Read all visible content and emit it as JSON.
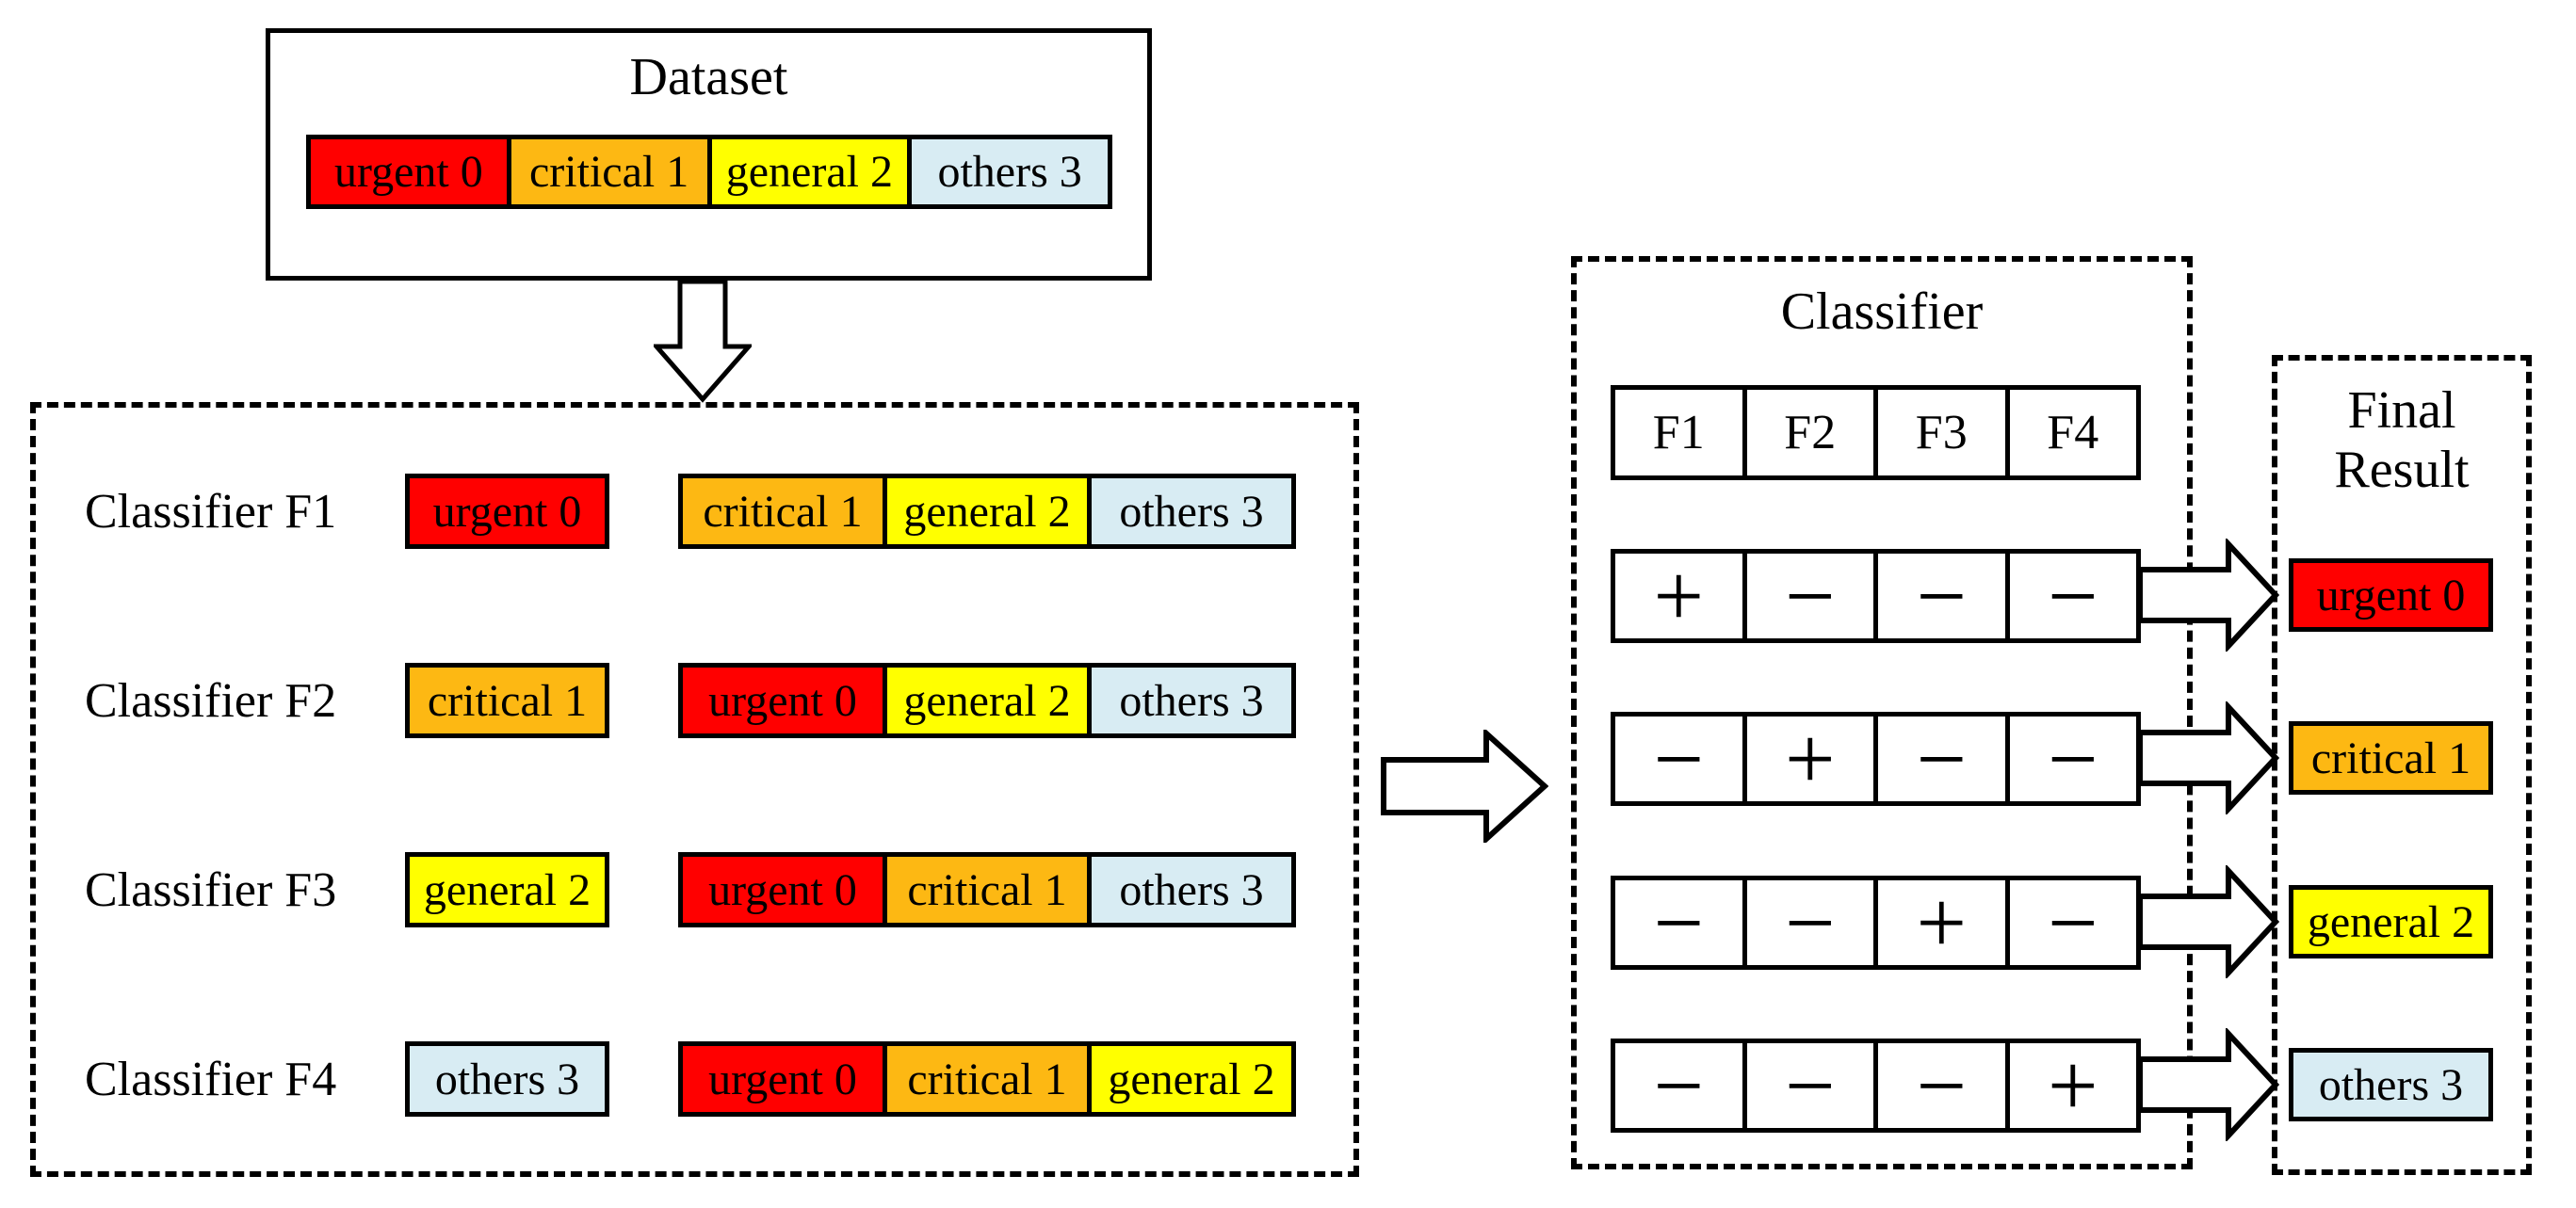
{
  "colors": {
    "urgent": "#FF0000",
    "critical": "#FDB813",
    "general": "#FFFF00",
    "others": "#D8ECF3",
    "line": "#000000",
    "background": "#FFFFFF"
  },
  "dataset_box": {
    "title": "Dataset",
    "segments": [
      {
        "label": "urgent 0",
        "color": "#FF0000"
      },
      {
        "label": "critical 1",
        "color": "#FDB813"
      },
      {
        "label": "general 2",
        "color": "#FFFF00"
      },
      {
        "label": "others 3",
        "color": "#D8ECF3"
      }
    ]
  },
  "classifiers": [
    {
      "label": "Classifier F1",
      "target": {
        "label": "urgent 0",
        "color": "#FF0000"
      },
      "rest": [
        {
          "label": "critical 1",
          "color": "#FDB813"
        },
        {
          "label": "general 2",
          "color": "#FFFF00"
        },
        {
          "label": "others 3",
          "color": "#D8ECF3"
        }
      ]
    },
    {
      "label": "Classifier F2",
      "target": {
        "label": "critical 1",
        "color": "#FDB813"
      },
      "rest": [
        {
          "label": "urgent 0",
          "color": "#FF0000"
        },
        {
          "label": "general 2",
          "color": "#FFFF00"
        },
        {
          "label": "others 3",
          "color": "#D8ECF3"
        }
      ]
    },
    {
      "label": "Classifier F3",
      "target": {
        "label": "general 2",
        "color": "#FFFF00"
      },
      "rest": [
        {
          "label": "urgent 0",
          "color": "#FF0000"
        },
        {
          "label": "critical 1",
          "color": "#FDB813"
        },
        {
          "label": "others 3",
          "color": "#D8ECF3"
        }
      ]
    },
    {
      "label": "Classifier F4",
      "target": {
        "label": "others 3",
        "color": "#D8ECF3"
      },
      "rest": [
        {
          "label": "urgent 0",
          "color": "#FF0000"
        },
        {
          "label": "critical 1",
          "color": "#FDB813"
        },
        {
          "label": "general 2",
          "color": "#FFFF00"
        }
      ]
    }
  ],
  "classifier_panel": {
    "title": "Classifier",
    "headers": [
      "F1",
      "F2",
      "F3",
      "F4"
    ],
    "rows": [
      [
        "+",
        "−",
        "−",
        "−"
      ],
      [
        "−",
        "+",
        "−",
        "−"
      ],
      [
        "−",
        "−",
        "+",
        "−"
      ],
      [
        "−",
        "−",
        "−",
        "+"
      ]
    ]
  },
  "final_panel": {
    "title_line1": "Final",
    "title_line2": "Result",
    "results": [
      {
        "label": "urgent 0",
        "color": "#FF0000"
      },
      {
        "label": "critical 1",
        "color": "#FDB813"
      },
      {
        "label": "general 2",
        "color": "#FFFF00"
      },
      {
        "label": "others 3",
        "color": "#D8ECF3"
      }
    ]
  }
}
